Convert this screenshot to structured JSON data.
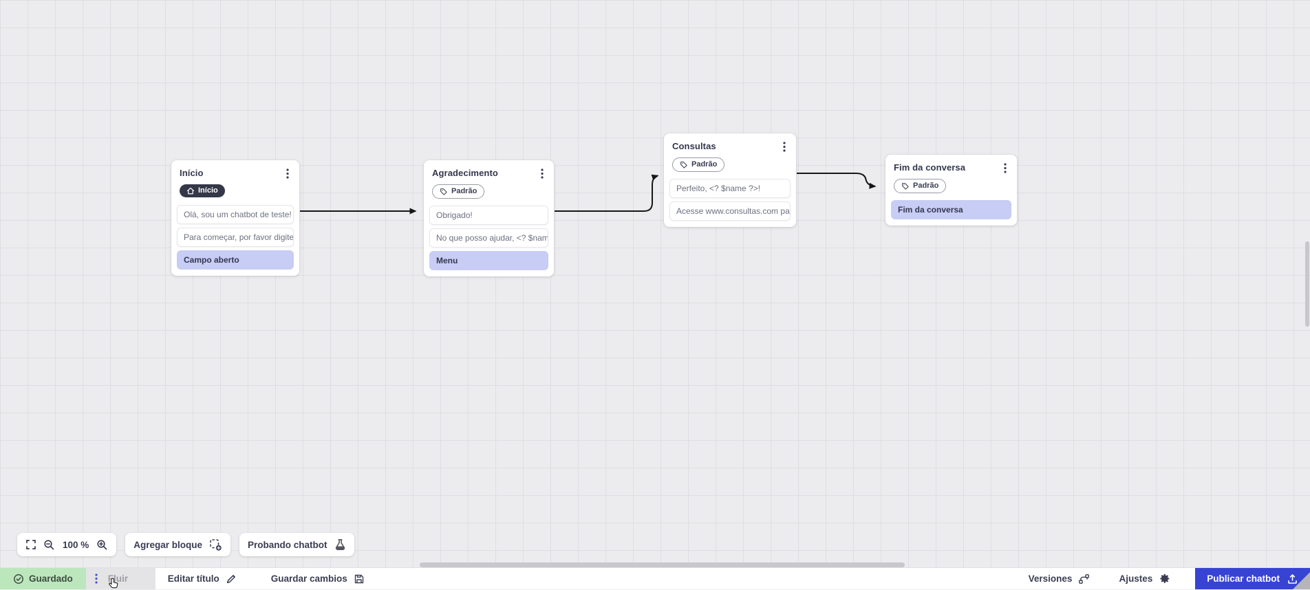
{
  "nodes": [
    {
      "title": "Início",
      "badge": "Início",
      "rows": [
        "Olá, sou um chatbot de teste!",
        "Para começar, por favor digite o ...",
        "Campo aberto"
      ]
    },
    {
      "title": "Agradecimento",
      "badge": "Padrão",
      "rows": [
        "Obrigado!",
        "No que posso ajudar, <? $name ...",
        "Menu"
      ]
    },
    {
      "title": "Consultas",
      "badge": "Padrão",
      "rows": [
        "Perfeito, <? $name ?>!",
        "Acesse www.consultas.com par..."
      ]
    },
    {
      "title": "Fim da conversa",
      "badge": "Padrão",
      "rows": [
        "Fim da conversa"
      ]
    }
  ],
  "toolbar": {
    "zoom_level": "100 %",
    "add_block": "Agregar bloque",
    "test_chatbot": "Probando chatbot"
  },
  "statusbar": {
    "saved": "Guardado",
    "flow_tab": "Fluir",
    "edit_title": "Editar título",
    "save_changes": "Guardar cambios",
    "versions": "Versiones",
    "settings": "Ajustes",
    "publish": "Publicar chatbot"
  },
  "colors": {
    "accent_blue": "#3743d2",
    "saved_green": "#bce7bc",
    "block_lavender": "#c7cdf4",
    "canvas_bg": "#ececee"
  }
}
